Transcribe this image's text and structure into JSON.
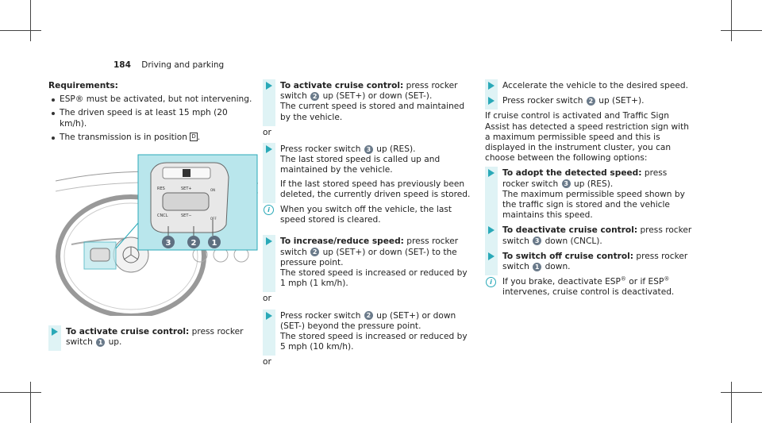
{
  "header": {
    "page_number": "184",
    "section": "Driving and parking"
  },
  "col1": {
    "req_title": "Requirements:",
    "bullets": [
      "ESP® must be activated, but not intervening.",
      "The driven speed is at least 15 mph (20 km/h).",
      "The transmission is in position"
    ],
    "gear": "D",
    "figure": {
      "labels": [
        "3",
        "2",
        "1"
      ],
      "button_labels": [
        "RES",
        "SET+",
        "CNCL",
        "SET−",
        "ON",
        "OFF"
      ]
    },
    "step_activate": {
      "bold": "To activate cruise control:",
      "text1": "press rocker switch",
      "num": "1",
      "text2": "up."
    }
  },
  "col2": {
    "s1": {
      "bold": "To activate cruise control:",
      "text1": "press rocker switch",
      "num": "2",
      "text2": "up (SET+) or down (SET-).",
      "text3": "The current speed is stored and maintained by the vehicle."
    },
    "or1": "or",
    "s2": {
      "text1": "Press rocker switch",
      "num": "3",
      "text2": "up (RES).",
      "text3": "The last stored speed is called up and maintained by the vehicle.",
      "text4": "If the last stored speed has previously been deleted, the currently driven speed is stored."
    },
    "note1": "When you switch off the vehicle, the last speed stored is cleared.",
    "s3": {
      "bold": "To increase/reduce speed:",
      "text1": "press rocker switch",
      "num": "2",
      "text2": "up (SET+) or down (SET-) to the pressure point.",
      "text3": "The stored speed is increased or reduced by 1 mph (1 km/h)."
    },
    "or2": "or",
    "s4": {
      "text1": "Press rocker switch",
      "num": "2",
      "text2": "up (SET+) or down (SET-) beyond the pressure point.",
      "text3": "The stored speed is increased or reduced by 5 mph (10 km/h)."
    },
    "or3": "or"
  },
  "col3": {
    "s1": "Accelerate the vehicle to the desired speed.",
    "s2": {
      "text1": "Press rocker switch",
      "num": "2",
      "text2": "up (SET+)."
    },
    "para": "If cruise control is activated and Traffic Sign Assist has detected a speed restriction sign with a maximum permissible speed and this is displayed in the instrument cluster, you can choose between the following options:",
    "s3": {
      "bold": "To adopt the detected speed:",
      "text1": "press rocker switch",
      "num": "3",
      "text2": "up (RES).",
      "text3": "The maximum permissible speed shown by the traffic sign is stored and the vehicle maintains this speed."
    },
    "s4": {
      "bold": "To deactivate cruise control:",
      "text1": "press rocker switch",
      "num": "3",
      "text2": "down (CNCL)."
    },
    "s5": {
      "bold": "To switch off cruise control:",
      "text1": "press rocker switch",
      "num": "1",
      "text2": "down."
    },
    "note": {
      "t1": "If you brake, deactivate ESP",
      "t2": "or if ESP",
      "t3": "intervenes, cruise control is deactivated."
    },
    "sup": "®"
  },
  "colors": {
    "accent": "#2aa9b8",
    "figure_inset_bg": "#b9e6ec",
    "step_bar": "#dff3f5"
  }
}
